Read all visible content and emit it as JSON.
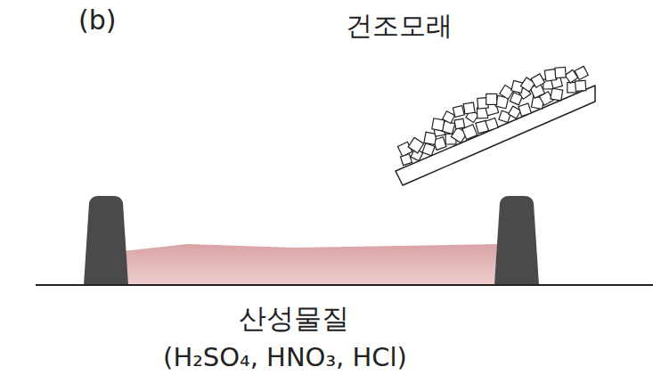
{
  "diagram": {
    "labels": [
      "(b)",
      "건조모래",
      "산성물질",
      "(H₂SO₄, HNO₃, HCl)"
    ]
  }
}
